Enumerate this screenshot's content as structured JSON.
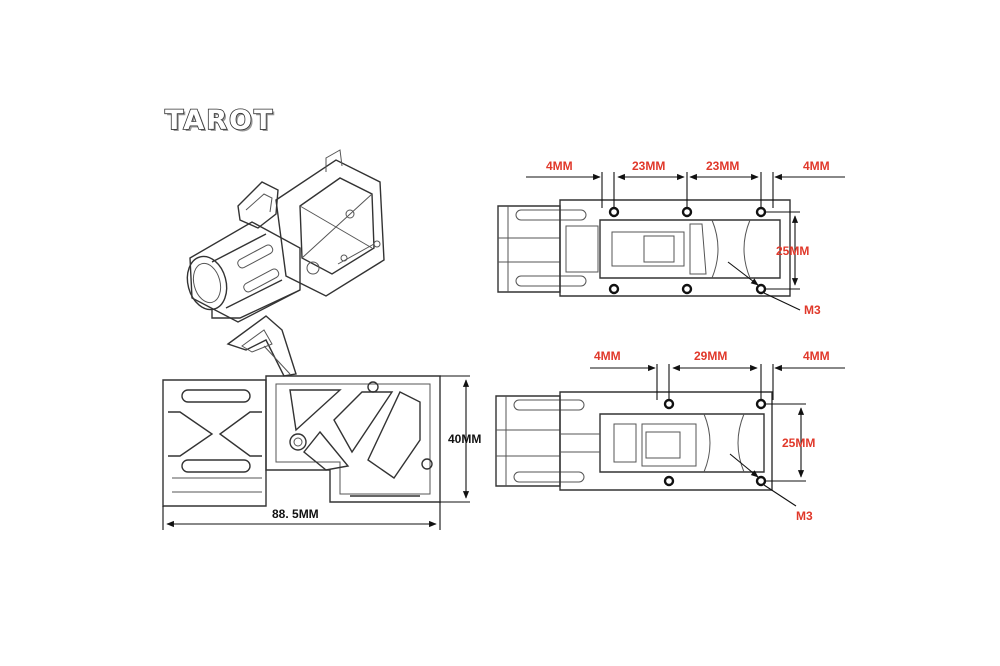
{
  "brand": {
    "logo_text": "TAROT"
  },
  "colors": {
    "dimension_red": "#e0382a",
    "line": "#333333"
  },
  "side_view": {
    "width_label": "88. 5MM",
    "height_label": "40MM"
  },
  "top_view_1": {
    "spacing_labels": [
      "4MM",
      "23MM",
      "23MM",
      "4MM"
    ],
    "height_label": "25MM",
    "screw_label": "M3"
  },
  "top_view_2": {
    "spacing_labels": [
      "4MM",
      "29MM",
      "4MM"
    ],
    "height_label": "25MM",
    "screw_label": "M3"
  }
}
